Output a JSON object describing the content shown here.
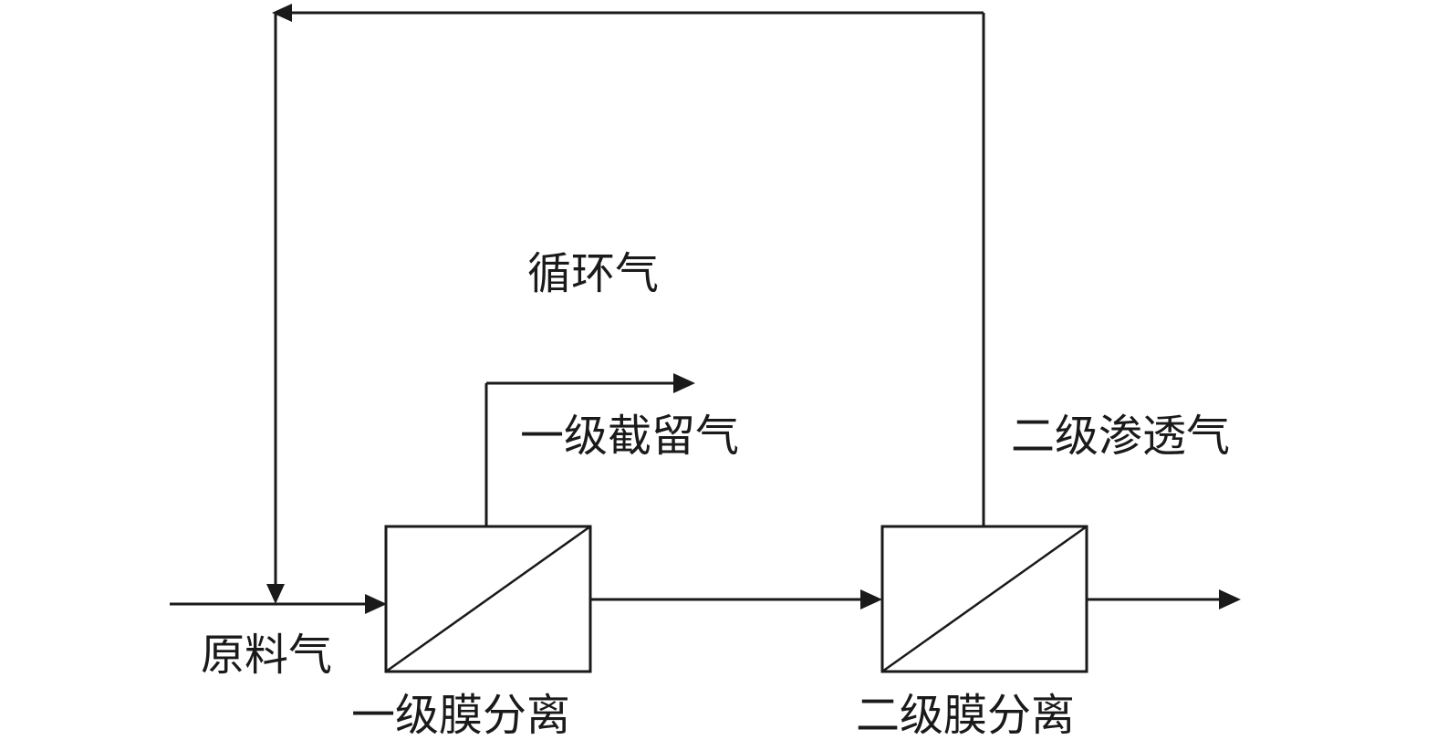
{
  "labels": {
    "recycle_gas": "循环气",
    "stage1_retentate": "一级截留气",
    "stage2_permeate": "二级渗透气",
    "feed_gas": "原料气",
    "stage1_membrane": "一级膜分离",
    "stage2_membrane": "二级膜分离"
  }
}
